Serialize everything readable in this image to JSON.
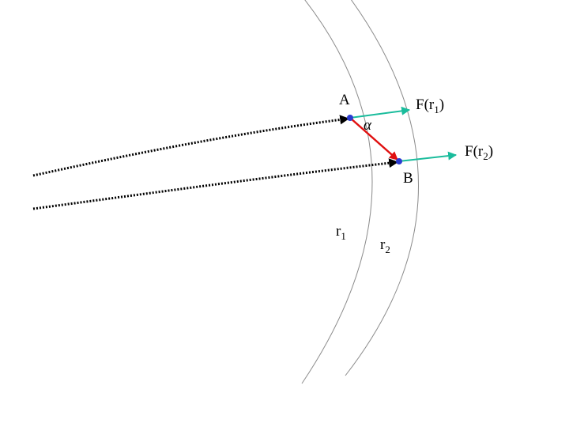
{
  "labels": {
    "point_a": "A",
    "point_b": "B",
    "angle": "α",
    "force_1_prefix": "F(r",
    "force_1_sub": "1",
    "force_1_suffix": ")",
    "force_2_prefix": "F(r",
    "force_2_sub": "2",
    "force_2_suffix": ")",
    "radius_1_main": "r",
    "radius_1_sub": "1",
    "radius_2_main": "r",
    "radius_2_sub": "2"
  },
  "colors": {
    "arc": "#8c8c8c",
    "trajectory": "#000000",
    "force": "#1abc9c",
    "displacement": "#e01010",
    "point": "#2b3bd0"
  }
}
